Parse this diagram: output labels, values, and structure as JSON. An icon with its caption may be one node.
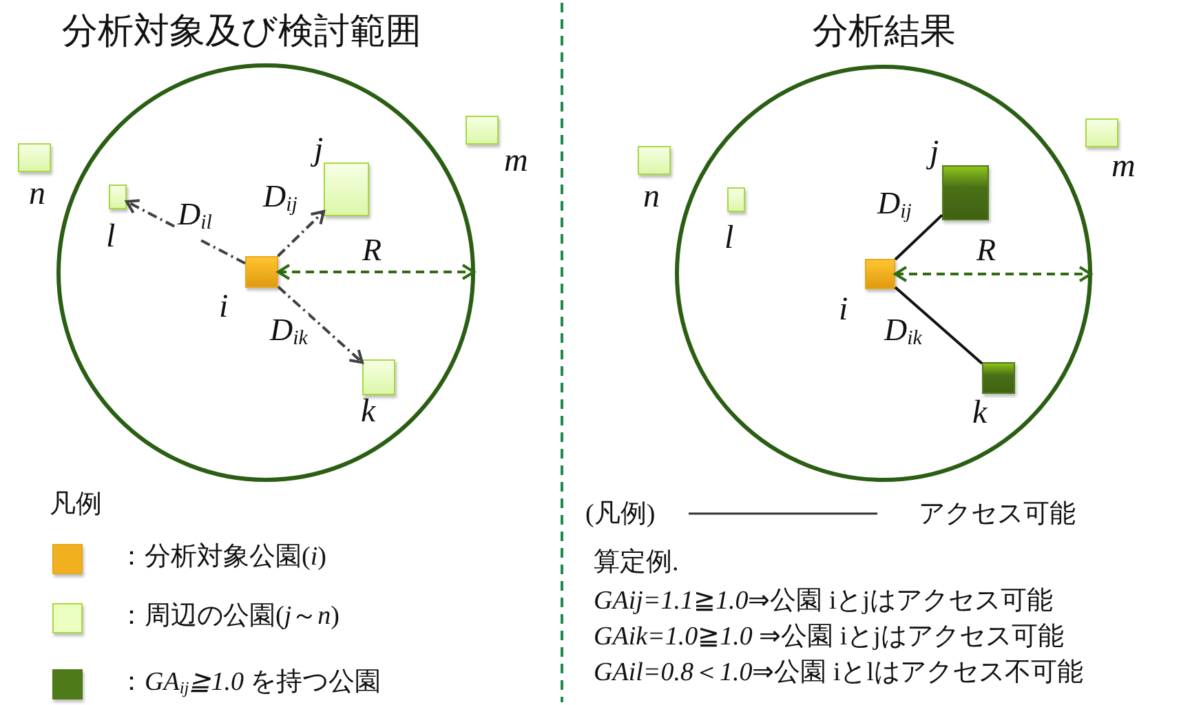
{
  "diagram": {
    "nodes": [
      {
        "text": [],
        "shape": "circle"
      },
      {
        "text": [],
        "shape": "box",
        "beside": [
          "i"
        ],
        "in": 0
      },
      {
        "text": [],
        "shape": "box",
        "beside": [
          "j"
        ],
        "in": 0
      },
      {
        "text": [],
        "shape": "box",
        "beside": [
          "k"
        ],
        "in": 0
      },
      {
        "text": [],
        "shape": "box",
        "beside": [
          "l"
        ],
        "in": 0
      },
      {
        "text": [],
        "shape": "box",
        "beside": [
          "n"
        ]
      },
      {
        "text": [],
        "shape": "box",
        "beside": [
          "m"
        ]
      },
      {
        "text": [],
        "shape": "circle"
      },
      {
        "text": [],
        "shape": "box",
        "beside": [
          "i"
        ],
        "in": 7
      },
      {
        "text": [],
        "shape": "box",
        "beside": [
          "j"
        ],
        "in": 7
      },
      {
        "text": [],
        "shape": "box",
        "beside": [
          "k"
        ],
        "in": 7
      },
      {
        "text": [],
        "shape": "box",
        "beside": [
          "l"
        ],
        "in": 7
      },
      {
        "text": [],
        "shape": "box",
        "beside": [
          "n"
        ]
      },
      {
        "text": [],
        "shape": "box",
        "beside": [
          "m"
        ]
      }
    ],
    "edges": [
      {
        "from": 1,
        "to": 2,
        "arrow": "to",
        "label": "D$_{ij}$",
        "style": "dashed",
        "color": "#404040"
      },
      {
        "from": 1,
        "to": 3,
        "arrow": "to",
        "label": "D$_{ik}$",
        "style": "dashed",
        "color": "#404040"
      },
      {
        "from": 1,
        "to": 4,
        "arrow": "to",
        "label": "D$_{il}$",
        "style": "dashed",
        "color": "#404040"
      },
      {
        "from": 1,
        "to": 0,
        "arrow": "both",
        "label": "R",
        "style": "dashed",
        "color": "#2e6b12"
      },
      {
        "from": 8,
        "to": 9,
        "arrow": "none",
        "label": "D$_{ij}$"
      },
      {
        "from": 8,
        "to": 10,
        "arrow": "none",
        "label": "D$_{ik}$"
      },
      {
        "from": 8,
        "to": 7,
        "arrow": "both",
        "label": "R",
        "style": "dashed",
        "color": "#2e6b12"
      }
    ],
    "labels": [
      "分析対象及び検討範囲",
      "分析結果",
      "凡例",
      "(凡例)",
      "算定例.",
      "*GAij=1.1*≧*1.0*⇒公園 iとjはアクセス可能",
      "*GAik=1.0*≧*1.0* ⇒公園 iとjはアクセス可能",
      "*GAil=0.8*＜*1.0*⇒公園 iとlはアクセス不可能"
    ],
    "legend": [
      {
        "text": "：分析対象公園(*i*)",
        "color": "#f0b020"
      },
      {
        "text": "：周辺の公園(*j*～*n*)",
        "color": "#eaffc0"
      },
      {
        "text": "：*GA*$_{ij}$*≧1.0* を持つ公園",
        "color": "#4f7a1a"
      },
      {
        "text": "アクセス可能"
      }
    ]
  }
}
